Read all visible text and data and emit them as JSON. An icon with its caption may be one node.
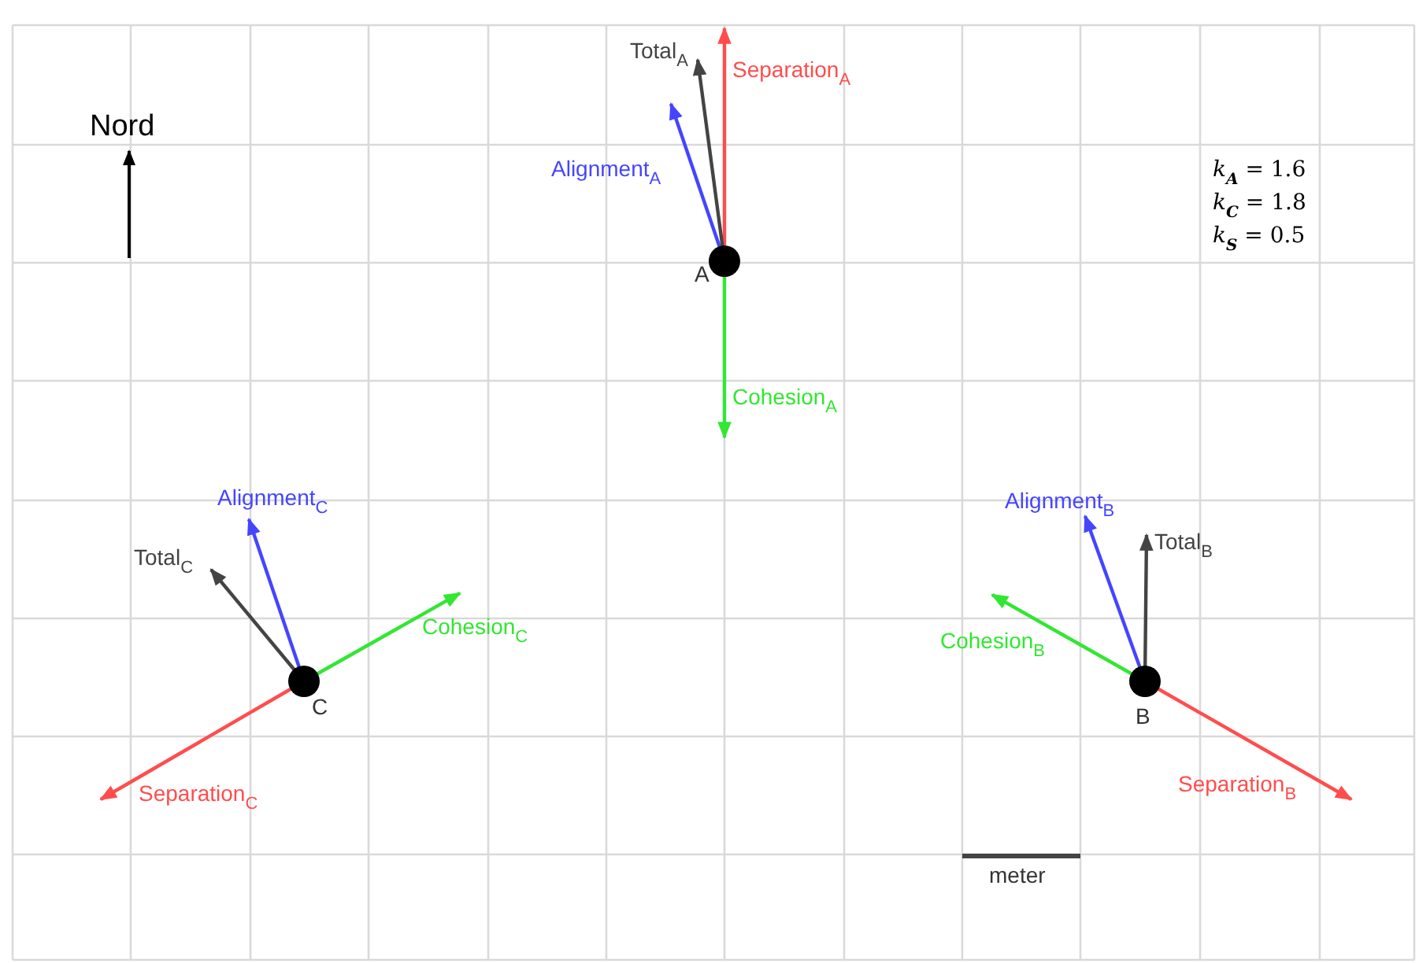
{
  "diagram": {
    "nodes": [
      {
        "text": [],
        "shape": "circle",
        "beside": [
          "A"
        ]
      },
      {
        "text": [],
        "shape": "circle",
        "beside": [
          "B"
        ]
      },
      {
        "text": [],
        "shape": "circle",
        "beside": [
          "C"
        ]
      }
    ],
    "labels": [
      "Total$_{A}$",
      "Separation$_{A}$",
      "Nord",
      "Alignment$_{A}$",
      "*k*$_{A}$ = 1.6",
      "*k*$_{C}$ = 1.8",
      "*k*$_{S}$ = 0.5",
      "Cohesion$_{A}$",
      "Alignment$_{C}$",
      "Alignment$_{B}$",
      "Total$_{B}$",
      "Total$_{C}$",
      "Cohesion$_{C}$",
      "Cohesion$_{B}$",
      "Separation$_{C}$",
      "Separation$_{B}$",
      "meter"
    ]
  }
}
